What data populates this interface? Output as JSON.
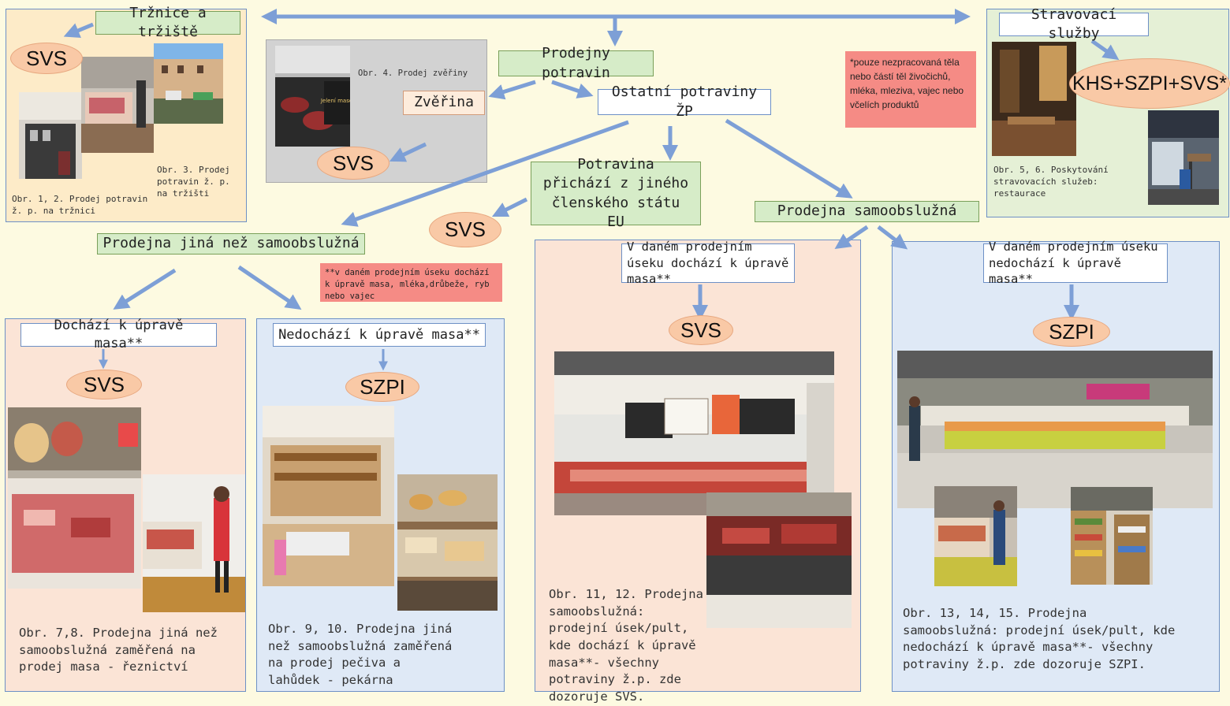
{
  "top_nodes": {
    "markets": "Tržnice a tržiště",
    "food_shops": "Prodejny potravin",
    "game": "Zvěřina",
    "other_animal": "Ostatní potraviny ŽP",
    "catering": "Stravovací služby",
    "eu_food": "Potravina přichází z jiného členského státu EU",
    "non_self_service": "Prodejna jiná než samoobslužná",
    "self_service": "Prodejna samoobslužná"
  },
  "sub_nodes": {
    "meat_processing": "Dochází k úpravě masa**",
    "no_meat_processing": "Nedochází k úpravě masa**",
    "ss_meat_processing": "V daném prodejním úseku dochází k úpravě masa**",
    "ss_no_meat_processing": "V daném prodejním úseku nedochází k úpravě masa**"
  },
  "authorities": {
    "markets": "SVS",
    "game": "SVS",
    "catering": "KHS+SZPI+SVS*",
    "eu": "SVS",
    "meat": "SVS",
    "no_meat": "SZPI",
    "ss_meat": "SVS",
    "ss_no_meat": "SZPI"
  },
  "notes": {
    "star": "*pouze nezpracovaná těla nebo částí těl živočichů, mléka, mleziva, vajec nebo včelích produktů",
    "double_star": "**v daném prodejním úseku dochází k úpravě masa, mléka,drůbeže, ryb nebo vajec"
  },
  "captions": {
    "obr12": "Obr. 1, 2. Prodej potravin ž. p. na tržnici",
    "obr3": "Obr. 3. Prodej potravin ž. p. na tržišti",
    "obr4": "Obr. 4. Prodej zvěřiny",
    "obr56": "Obr. 5, 6. Poskytování stravovacích služeb: restaurace",
    "obr78": "Obr. 7,8. Prodejna jiná než samoobslužná zaměřená na prodej masa - řeznictví",
    "obr910": "Obr. 9, 10. Prodejna jiná než samoobslužná zaměřená na prodej pečiva a lahůdek - pekárna",
    "obr1112": "Obr. 11, 12. Prodejna samoobslužná: prodejní úsek/pult, kde dochází k úpravě masa**- všechny potraviny ž.p. zde dozoruje SVS.",
    "obr131415": "Obr. 13, 14, 15. Prodejna samoobslužná: prodejní úsek/pult, kde nedochází k úpravě masa**- všechny potraviny ž.p. zde dozoruje SZPI."
  },
  "photo_labels": {
    "game_box": "Jelení maso"
  },
  "colors": {
    "background": "#fdfae1",
    "arrow": "#7d9fd6",
    "authority_ellipse": "#f9c9a6",
    "node_green": "#d6ecc8",
    "note_red": "#f58b85",
    "panel_peach": "#fbe4d6",
    "panel_blue": "#dfe9f6"
  }
}
